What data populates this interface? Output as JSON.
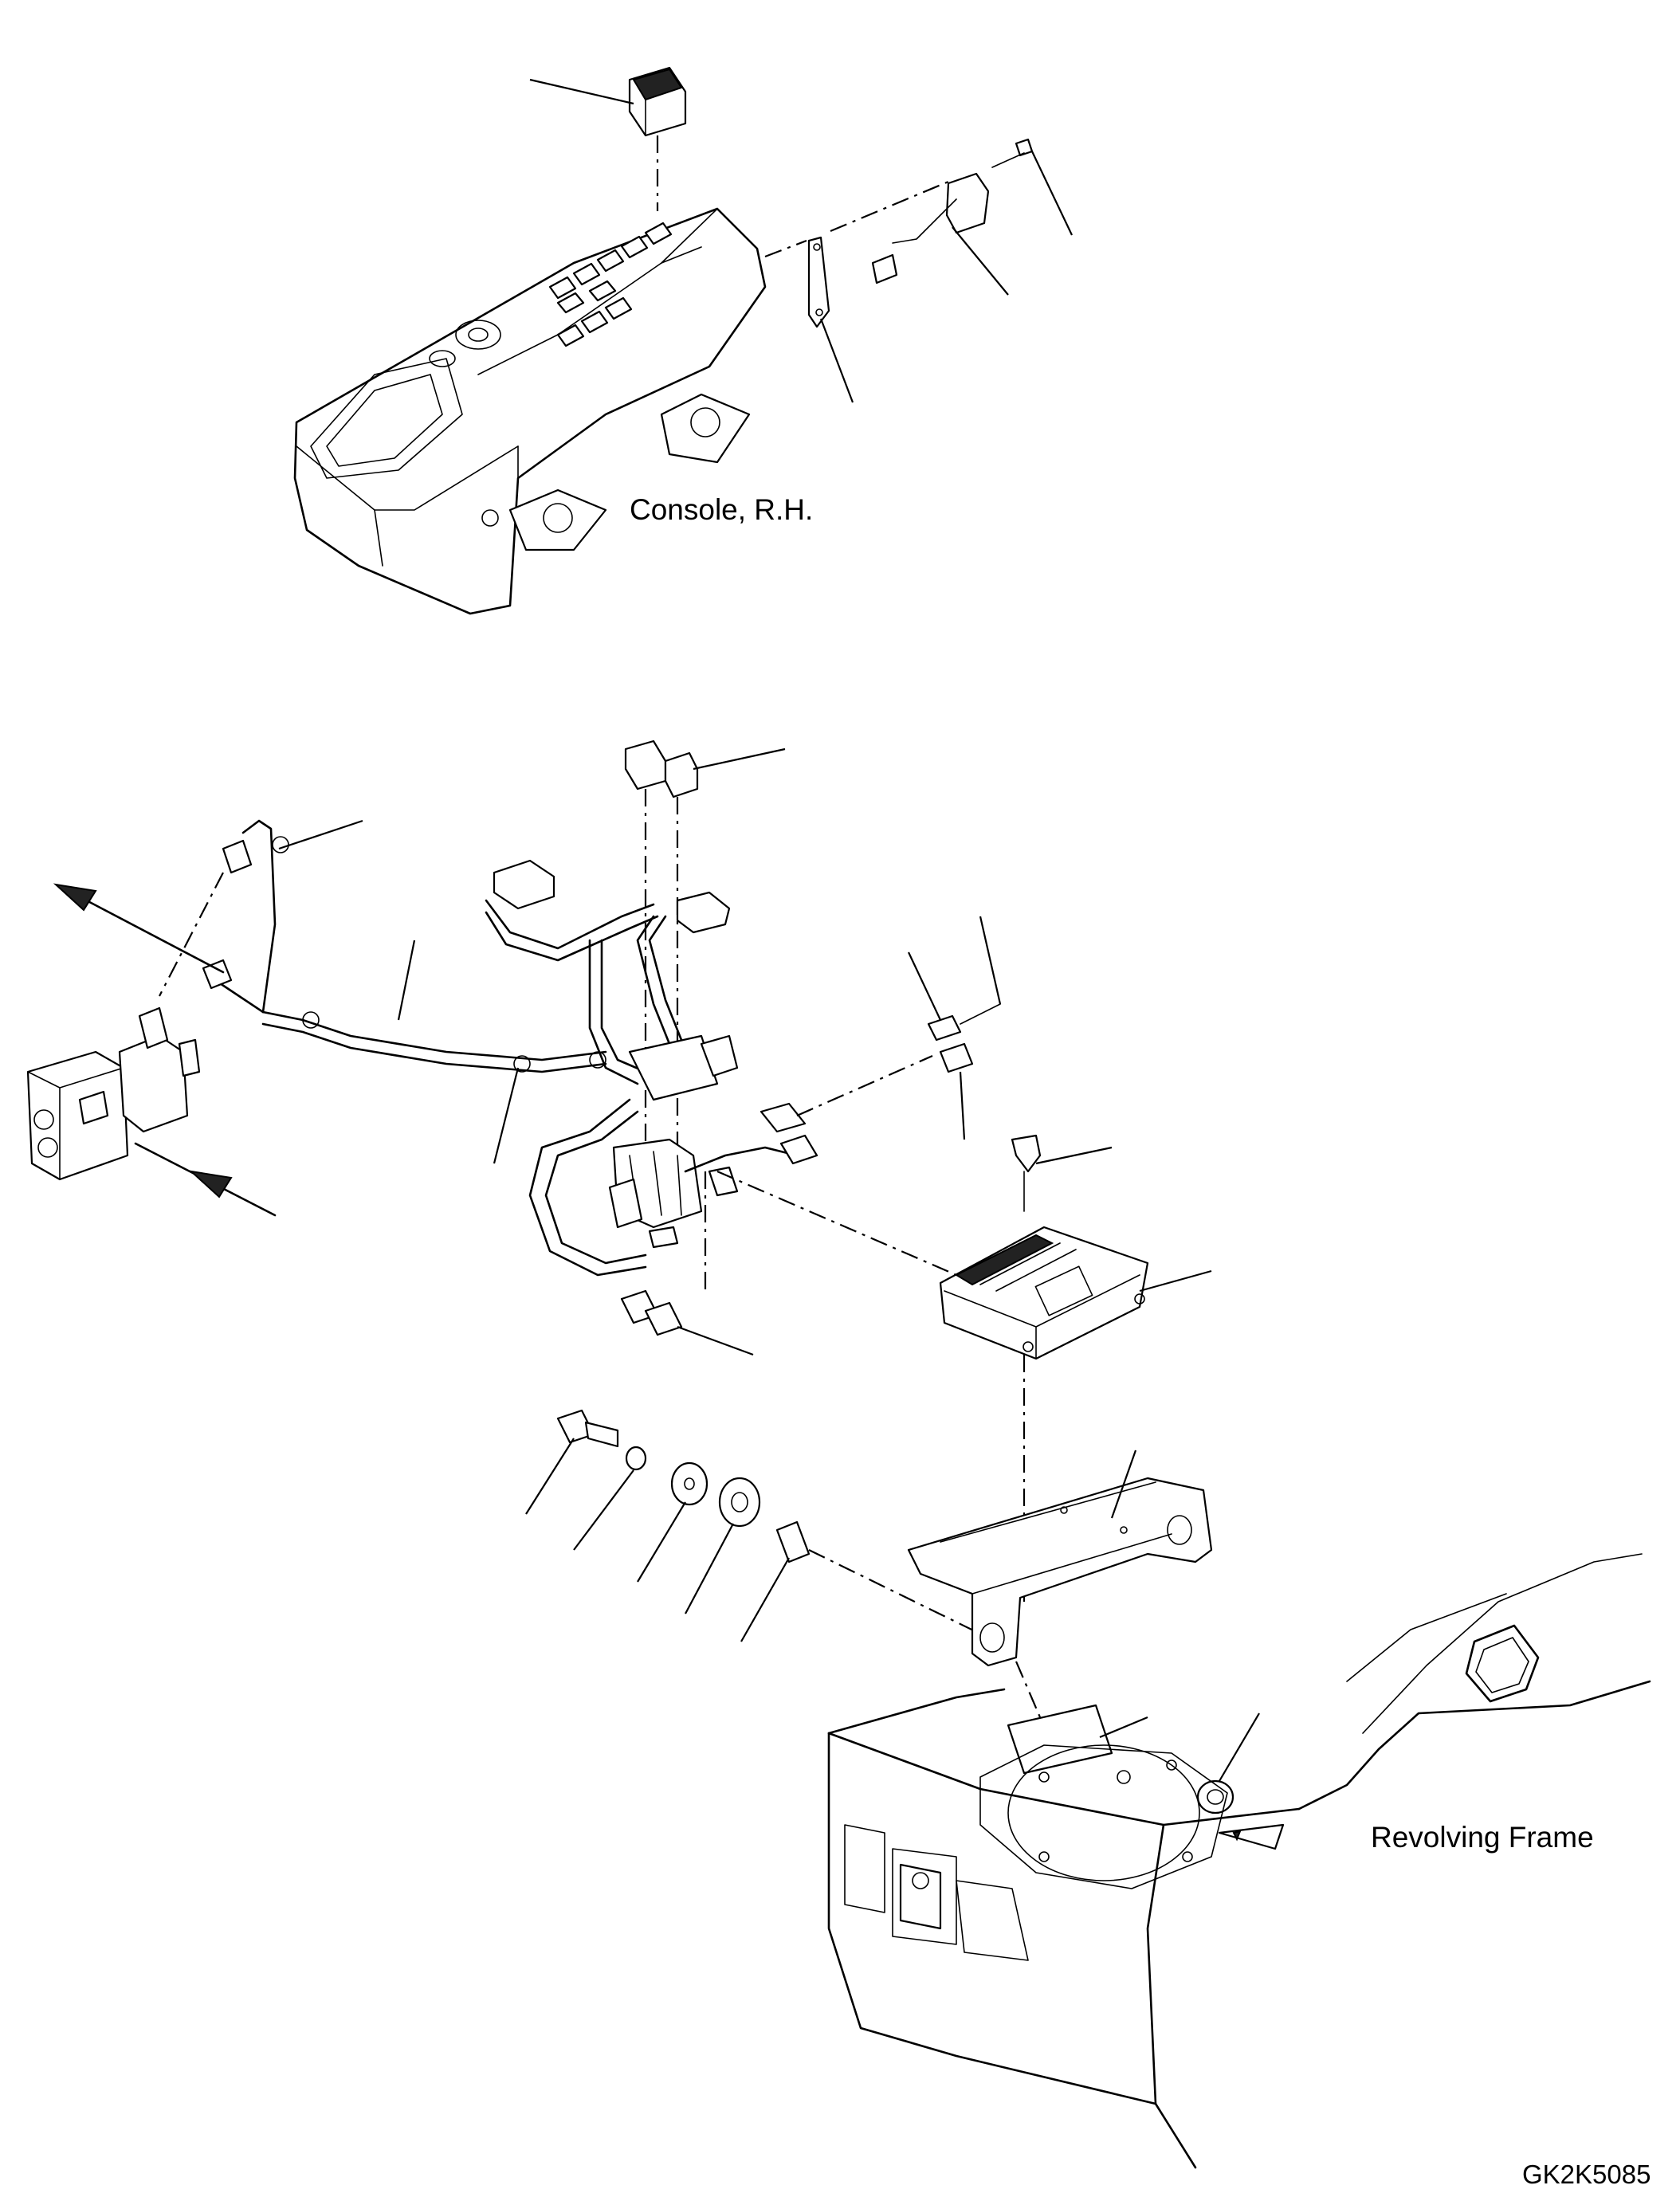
{
  "labels": {
    "console": "Console, R.H.",
    "frame": "Revolving Frame",
    "drawing_code": "GK2K5085"
  }
}
